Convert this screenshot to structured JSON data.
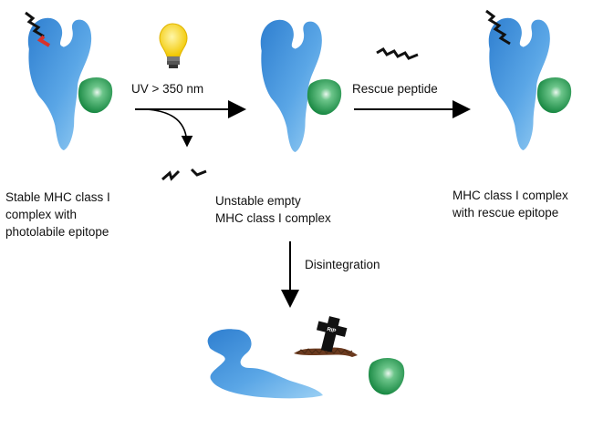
{
  "stages": {
    "stable": [
      "Stable MHC class I",
      "complex with",
      "photolabile epitope"
    ],
    "unstable": [
      "Unstable empty",
      "MHC class I complex"
    ],
    "rescued": [
      "MHC class I complex",
      "with rescue epitope"
    ]
  },
  "arrows": {
    "uv": "UV > 350 nm",
    "rescue": "Rescue peptide",
    "disintegration": "Disintegration"
  },
  "tombstone": "RIP",
  "colors": {
    "heavy_chain": "#3d8fd6",
    "beta2m": "#1f9a52",
    "epitope": "#111111",
    "photolabile_bond": "#d8322a",
    "bulb": "#f5d40a",
    "soil": "#6b3a1f",
    "arrow": "#000000"
  },
  "icons": [
    "light-bulb-icon",
    "tombstone-icon",
    "peptide-icon"
  ]
}
